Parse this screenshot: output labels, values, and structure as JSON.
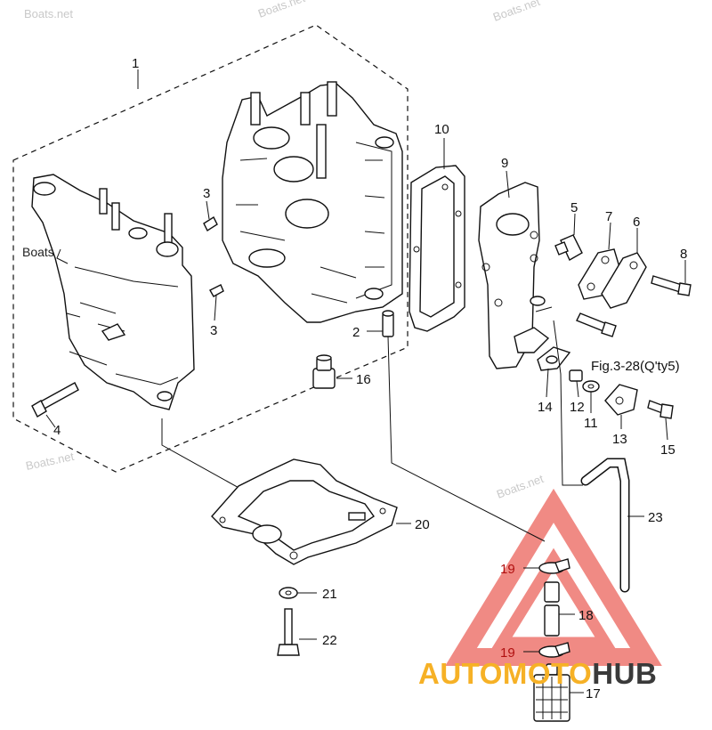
{
  "watermarks": [
    "Boats.net",
    "Boats.net",
    "Boats.net",
    "Boats.net",
    "Boats.net"
  ],
  "callouts": [
    "1",
    "2",
    "3",
    "3",
    "4",
    "5",
    "6",
    "7",
    "8",
    "9",
    "10",
    "11",
    "12",
    "13",
    "14",
    "15",
    "16",
    "17",
    "18",
    "19",
    "19",
    "20",
    "21",
    "22",
    "23"
  ],
  "figure_ref": "Fig.3-28(Q'ty5)",
  "logo": {
    "part1": "AUTOMOTO",
    "part2": "HUB",
    "accent_color": "#f6b126",
    "dark_color": "#3a3a3a",
    "triangle_color": "#e8433a"
  }
}
